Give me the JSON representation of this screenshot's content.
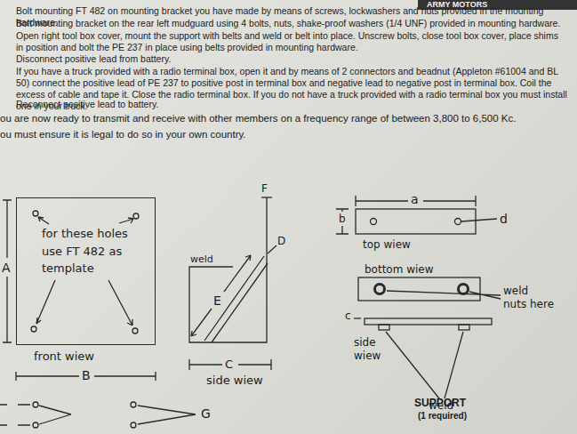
{
  "diagram": {
    "nodes": [
      {
        "text": [
          "for these holes use FT 482 as template"
        ]
      }
    ],
    "labels": [
      "ARMY MOTORS",
      "Bolt mounting FT 482 on mounting bracket you have made by means of screws, lockwashers and nuts provided in the mounting hardware.",
      "Bolt mounting bracket on the rear left mudguard using 4 bolts, nuts, shake-proof washers (1/4 UNF) provided in mounting hardware.",
      "Open right tool box cover, mount the support with belts and weld or belt into place. Unscrew bolts, close tool box cover, place shims in position and bolt the PE 237 in place using belts provided in mounting hardware.",
      "Disconnect positive lead from battery.",
      "If you have a truck provided with a radio terminal box, open it and by means of 2 connectors and beadnut (Appleton #61004 and BL 50) connect the positive lead of PE 237 to positive post in terminal box and negative lead to negative post in terminal box. Coil the excess of cable and tape it. Close the radio terminal box. If you do not have a truck provided with a radio terminal box you must install one in your truck.",
      "Reconnect positive lead to battery.",
      "ou are now ready to transmit and receive with other members on a frequency range of between 3,800 to 6,500 Kc.",
      "ou must ensure it is legal to do so in your own country.",
      "A",
      "front wiew",
      "B",
      "G",
      "F",
      "D",
      "E",
      "weld",
      "C",
      "side wiew",
      "a",
      "b",
      "d",
      "top wiew",
      "bottom wiew",
      "weld nuts here",
      "c",
      "side wiew",
      "weld",
      "SUPPORT",
      "(1 required)"
    ]
  }
}
